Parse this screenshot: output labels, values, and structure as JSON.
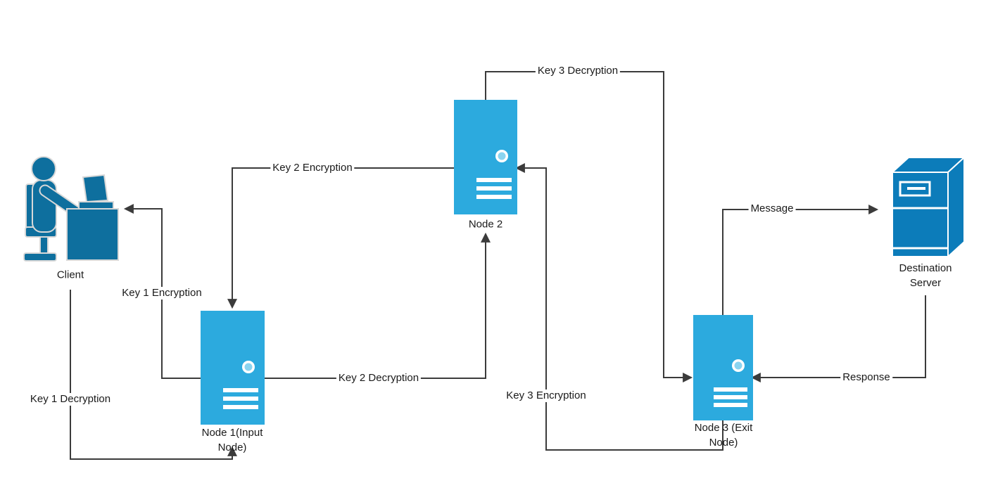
{
  "diagram": {
    "type": "network-flow-diagram",
    "topic": "Onion routing encryption/decryption flow",
    "colors": {
      "node_fill": "#2CAADE",
      "node_accent": "#8AD4F0",
      "dark_fill": "#0E6F9E",
      "server_fill": "#0C7CBA",
      "line": "#3B3B3B",
      "icon_outline": "#D8D8D8",
      "text": "#1A1A1A"
    },
    "nodes": {
      "client": {
        "label": "Client",
        "icon": "person-at-computer-icon"
      },
      "node1": {
        "label": "Node 1(Input\nNode)",
        "icon": "server-tower-icon"
      },
      "node2": {
        "label": "Node 2",
        "icon": "server-tower-icon"
      },
      "node3": {
        "label": "Node 3 (Exit\nNode)",
        "icon": "server-tower-icon"
      },
      "destination": {
        "label": "Destination\nServer",
        "icon": "server-3d-icon"
      }
    },
    "edges": {
      "key1_decryption": {
        "label": "Key 1 Decryption",
        "from": "client",
        "to": "node1"
      },
      "key1_encryption": {
        "label": "Key 1 Encryption",
        "from": "node1",
        "to": "client"
      },
      "key2_decryption": {
        "label": "Key 2 Decryption",
        "from": "node1",
        "to": "node2"
      },
      "key2_encryption": {
        "label": "Key 2 Encryption",
        "from": "node2",
        "to": "node1"
      },
      "key3_decryption": {
        "label": "Key 3 Decryption",
        "from": "node2",
        "to": "node3"
      },
      "key3_encryption": {
        "label": "Key 3 Encryption",
        "from": "node3",
        "to": "node2"
      },
      "message": {
        "label": "Message",
        "from": "node3",
        "to": "destination"
      },
      "response": {
        "label": "Response",
        "from": "destination",
        "to": "node3"
      }
    }
  }
}
